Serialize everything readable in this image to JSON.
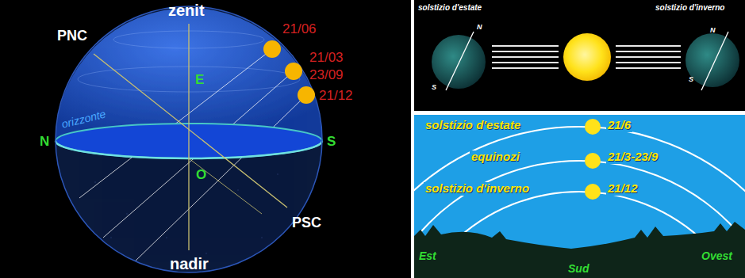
{
  "diagram": {
    "labels": [
      "zenit",
      "PNC",
      "21/06",
      "21/03",
      "23/09",
      "21/12",
      "E",
      "orizzonte",
      "N",
      "S",
      "O",
      "PSC",
      "nadir",
      "solstizio d'estate",
      "solstizio d'inverno",
      "N",
      "S",
      "N",
      "S",
      "solstizio d'estate",
      "21/6",
      "equinozi",
      "21/3-23/9",
      "solstizio d'inverno",
      "21/12",
      "Est",
      "Sud",
      "Ovest"
    ]
  }
}
